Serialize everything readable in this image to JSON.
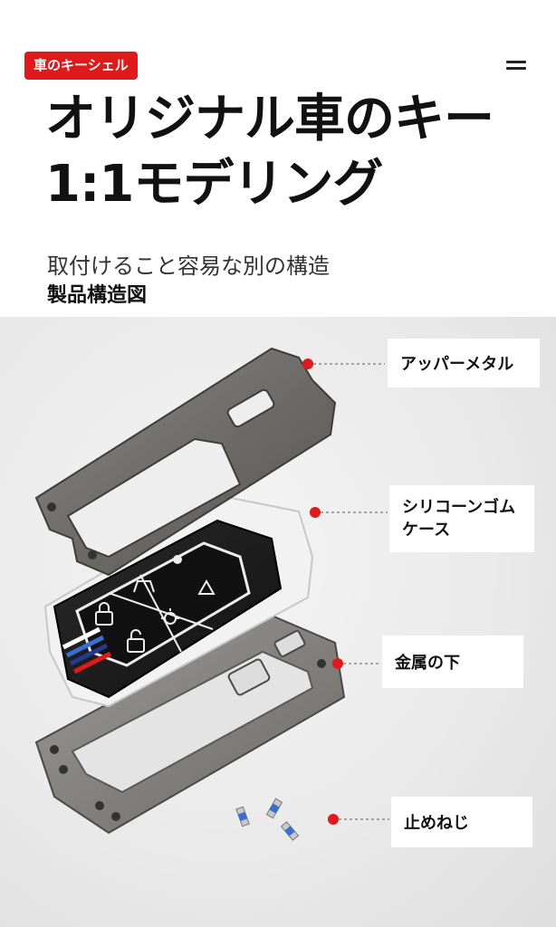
{
  "badge": "車のキーシェル",
  "title": {
    "line1": "オリジナル車のキー",
    "line2": "1:1モデリング"
  },
  "subtitle": "取付けること容易な別の構造",
  "subtitle2": "製品構造図",
  "callouts": {
    "upper_metal": "アッパーメタル",
    "silicone_case_line1": "シリコーンゴム",
    "silicone_case_line2": "ケース",
    "lower_metal": "金属の下",
    "screws": "止めねじ"
  },
  "colors": {
    "badge": "#e0191b",
    "dot": "#e0191b",
    "metal": "#6f6e6b",
    "silicone": "#1e1e1e"
  },
  "icons": [
    "menu-icon",
    "lock-icon",
    "unlock-icon",
    "trunk-icon",
    "light-icon",
    "panic-icon",
    "play-icon"
  ]
}
